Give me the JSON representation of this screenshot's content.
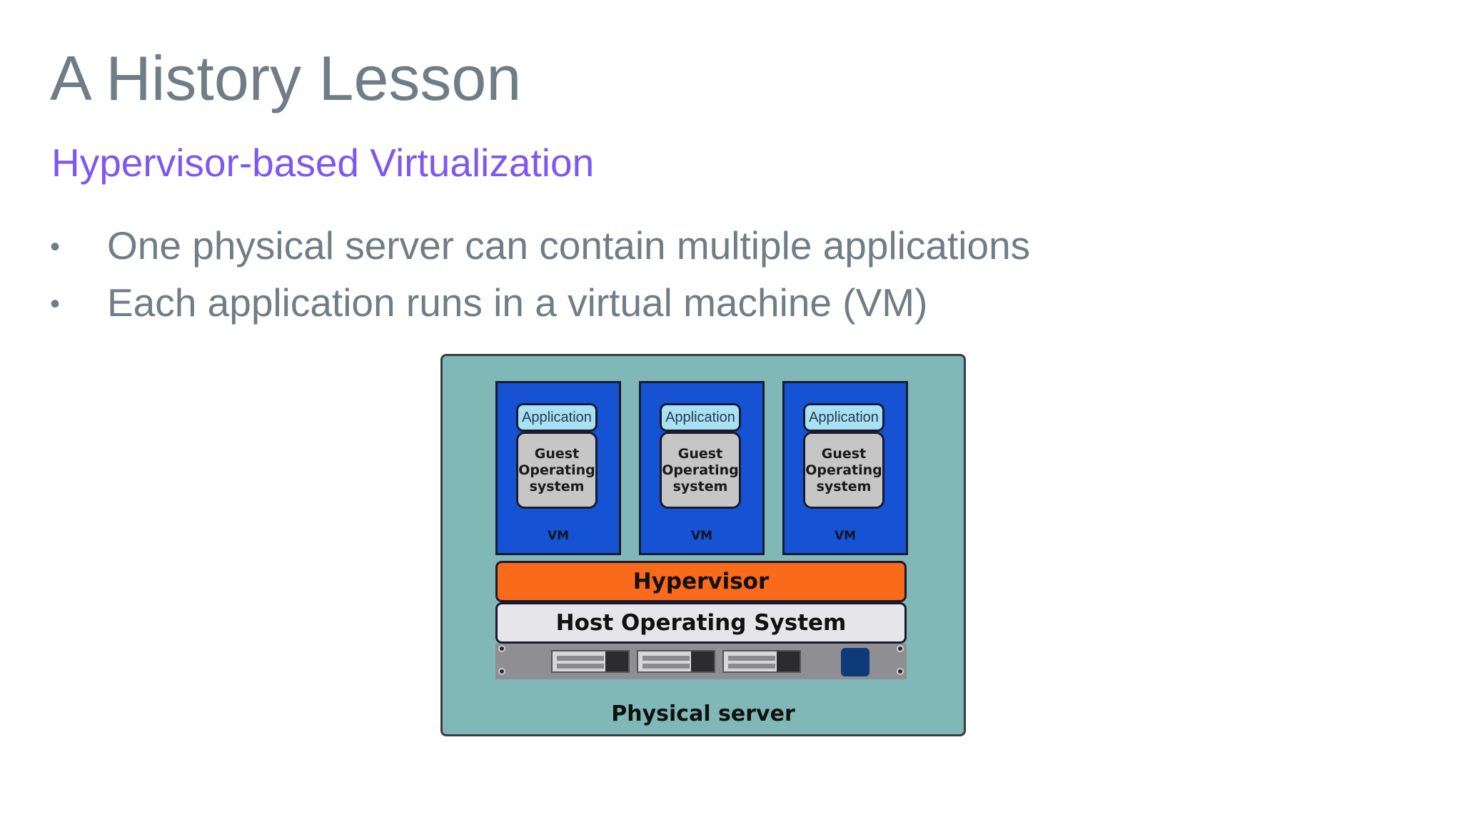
{
  "slide": {
    "title": "A History Lesson",
    "subtitle": "Hypervisor-based Virtualization",
    "bullets": [
      {
        "marker": "•",
        "text": "One physical server can contain multiple applications"
      },
      {
        "marker": "•",
        "text": "Each application runs in a virtual machine (VM)"
      }
    ]
  },
  "diagram": {
    "vms": [
      {
        "application": "Application",
        "guest_os": "Guest\nOperating\nsystem",
        "label": "VM"
      },
      {
        "application": "Application",
        "guest_os": "Guest\nOperating\nsystem",
        "label": "VM"
      },
      {
        "application": "Application",
        "guest_os": "Guest\nOperating\nsystem",
        "label": "VM"
      }
    ],
    "hypervisor": "Hypervisor",
    "host_os": "Host Operating System",
    "physical_server": "Physical server",
    "colors": {
      "server_bg": "#7fb8b7",
      "vm_bg": "#1653d4",
      "application_bg": "#a8e0f4",
      "guest_os_bg": "#c6c6c6",
      "hypervisor_bg": "#f96a1a",
      "host_os_bg": "#e6e6ea",
      "rack_bg": "#8f8f93"
    }
  },
  "colors": {
    "title": "#6f7d87",
    "subtitle": "#7d57f0",
    "body_text": "#6f7d87"
  }
}
